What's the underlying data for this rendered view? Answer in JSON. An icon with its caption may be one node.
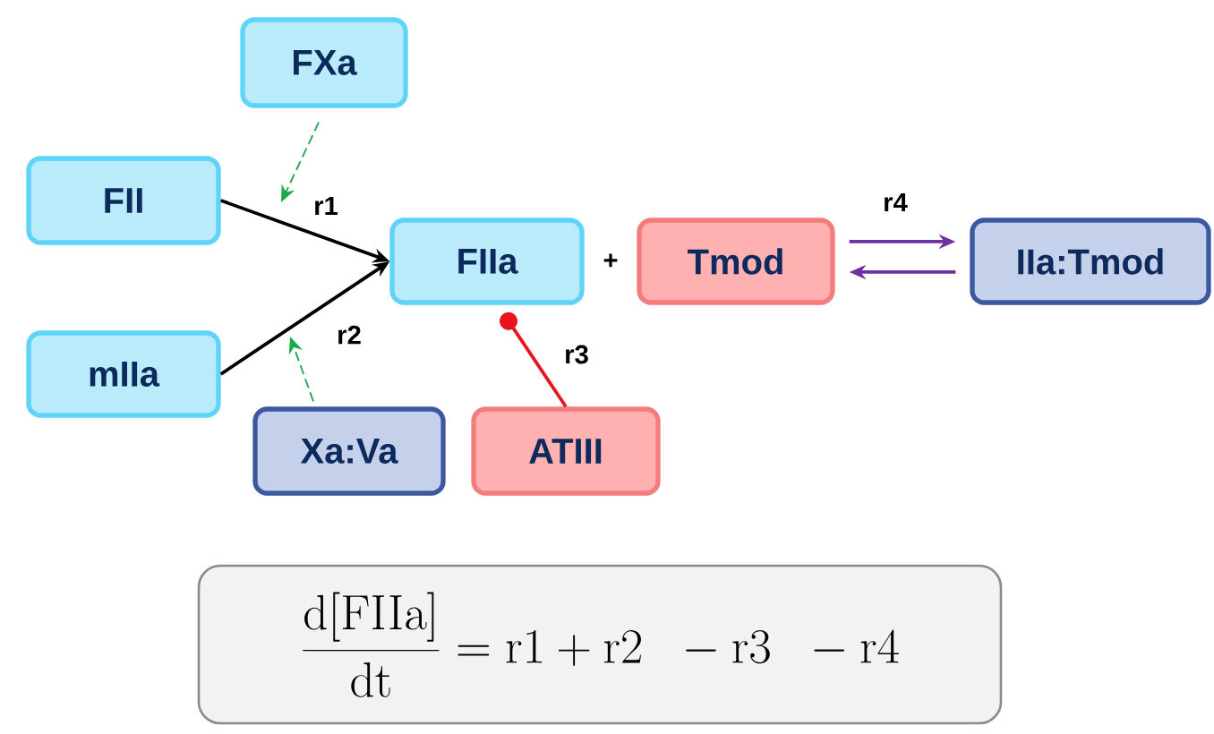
{
  "diagram": {
    "nodes": [
      {
        "text": [
          "FXa"
        ]
      },
      {
        "text": [
          "FII"
        ]
      },
      {
        "text": [
          "mIIa"
        ]
      },
      {
        "text": [
          "FIIa"
        ]
      },
      {
        "text": [
          "Tmod"
        ]
      },
      {
        "text": [
          "IIa:Tmod"
        ]
      },
      {
        "text": [
          "Xa:Va"
        ]
      },
      {
        "text": [
          "ATIII"
        ]
      },
      {
        "text": [
          "\\frac{\\mathrm{d[FIIa]}}{\\mathrm{dt}} = \\mathrm{r1} + \\mathrm{r2} \\;\\; - \\mathrm{r3} \\;\\; - \\mathrm{r4}"
        ]
      }
    ],
    "edges": [
      {
        "from": 1,
        "to": 3,
        "arrow": "to",
        "label": "r1"
      },
      {
        "from": 2,
        "to": 3,
        "arrow": "to",
        "label": "r2"
      },
      {
        "from": 0,
        "to": null,
        "arrow": "to",
        "style": "dashed",
        "color": "#1aab4a"
      },
      {
        "from": 6,
        "to": null,
        "arrow": "to",
        "style": "dashed",
        "color": "#1aab4a"
      },
      {
        "from": 7,
        "to": 3,
        "arrow": "other",
        "label": "r3",
        "color": "#e8131b"
      },
      {
        "from": 4,
        "to": 5,
        "arrow": "to",
        "label": "r4",
        "color": "#7030a0"
      },
      {
        "from": 5,
        "to": 4,
        "arrow": "to",
        "color": "#7030a0"
      }
    ],
    "labels": [
      "+"
    ]
  }
}
